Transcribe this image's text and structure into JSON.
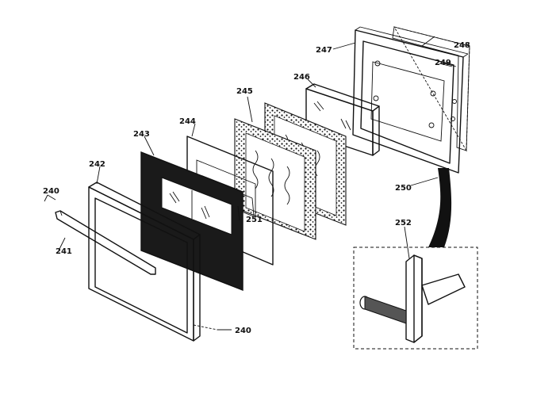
{
  "callouts": {
    "c240a": "240",
    "c240b": "240",
    "c241": "241",
    "c242": "242",
    "c243": "243",
    "c244": "244",
    "c245": "245",
    "c246": "246",
    "c247": "247",
    "c248": "248",
    "c249": "249",
    "c250": "250",
    "c251": "251",
    "c252": "252"
  },
  "colors": {
    "ink": "#111111",
    "paper": "#ffffff",
    "panel_fill": "#1a1a1a"
  }
}
